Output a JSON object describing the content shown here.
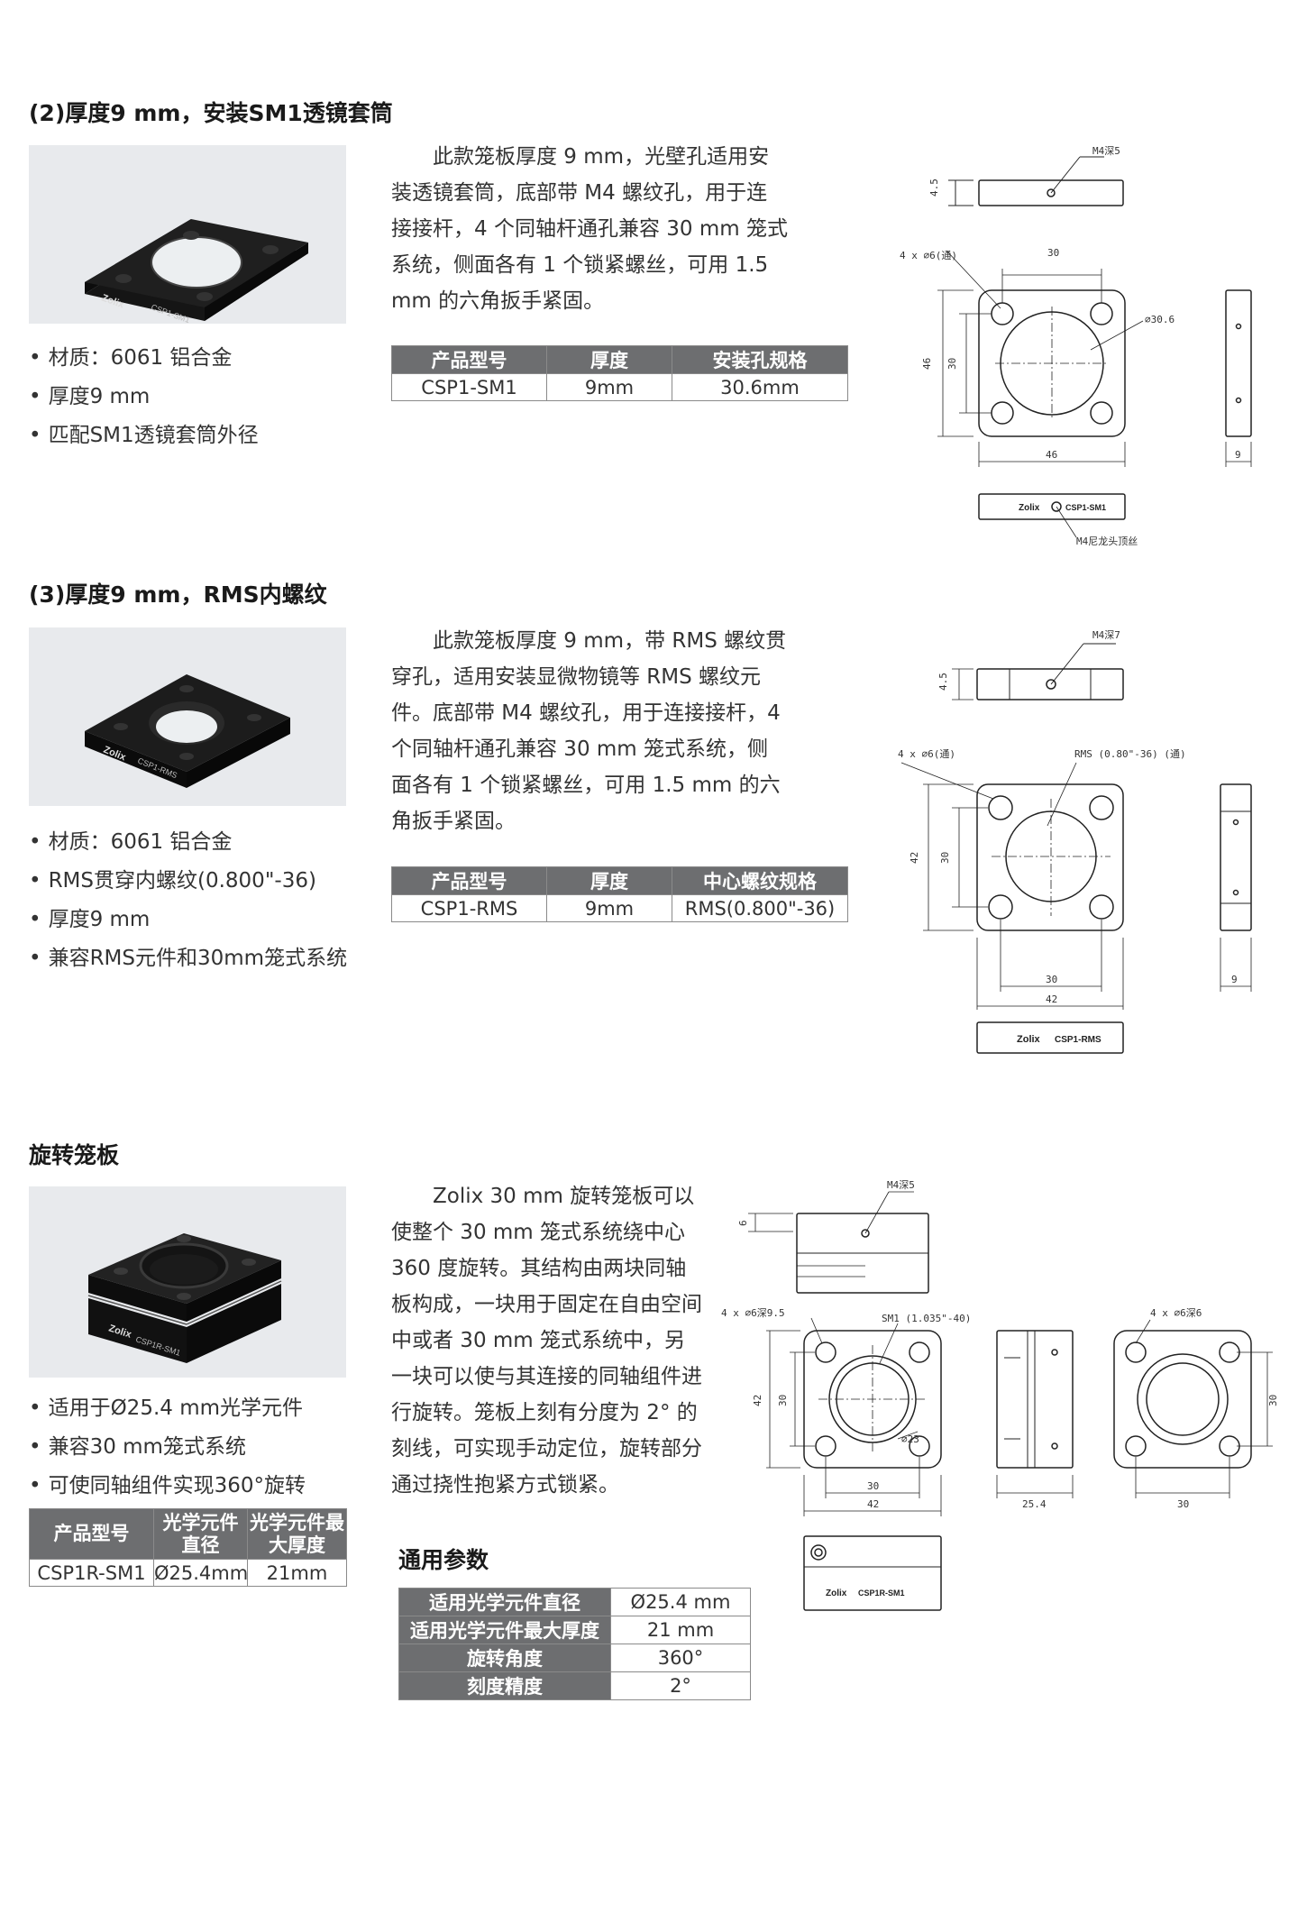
{
  "section1": {
    "title": "(2)厚度9 mm，安装SM1透镜套筒",
    "bullets": [
      "材质：6061 铝合金",
      "厚度9 mm",
      "匹配SM1透镜套筒外径"
    ],
    "description": "此款笼板厚度 9 mm，光壁孔适用安装透镜套筒，底部带 M4 螺纹孔，用于连接接杆，4 个同轴杆通孔兼容 30 mm 笼式系统，侧面各有 1 个锁紧螺丝，可用 1.5 mm 的六角扳手紧固。",
    "table": {
      "headers": [
        "产品型号",
        "厚度",
        "安装孔规格"
      ],
      "rows": [
        [
          "CSP1-SM1",
          "9mm",
          "30.6mm"
        ]
      ]
    },
    "photo_label": "CSP1-SM1",
    "drawing": {
      "top_note": "M4深5",
      "height_dim": "4.5",
      "holes_note": "4 x ∅6(通)",
      "width_inner": "30",
      "bore": "∅30.6",
      "height_outer": "46",
      "height_inner": "30",
      "width_outer": "46",
      "side_thickness": "9",
      "label_plate": "CSP1-SM1",
      "bottom_note": "M4尼龙头顶丝"
    }
  },
  "section2": {
    "title": "(3)厚度9 mm，RMS内螺纹",
    "bullets": [
      "材质：6061 铝合金",
      "RMS贯穿内螺纹(0.800\"-36)",
      "厚度9 mm",
      "兼容RMS元件和30mm笼式系统"
    ],
    "description": "此款笼板厚度 9 mm，带 RMS 螺纹贯穿孔，适用安装显微物镜等 RMS 螺纹元件。底部带 M4 螺纹孔，用于连接接杆，4 个同轴杆通孔兼容 30 mm 笼式系统，侧面各有 1 个锁紧螺丝，可用 1.5 mm 的六角扳手紧固。",
    "table": {
      "headers": [
        "产品型号",
        "厚度",
        "中心螺纹规格"
      ],
      "rows": [
        [
          "CSP1-RMS",
          "9mm",
          "RMS(0.800\"-36)"
        ]
      ]
    },
    "photo_label": "CSP1-RMS",
    "drawing": {
      "top_note": "M4深7",
      "height_dim": "4.5",
      "holes_note": "4 x ∅6(通)",
      "thread_note": "RMS (0.80\"-36) (通)",
      "height_outer": "42",
      "height_inner": "30",
      "width_inner": "30",
      "width_outer": "42",
      "side_thickness": "9",
      "label_plate": "CSP1-RMS"
    }
  },
  "section3": {
    "title": "旋转笼板",
    "bullets": [
      "适用于Ø25.4 mm光学元件",
      "兼容30 mm笼式系统",
      "可使同轴组件实现360°旋转"
    ],
    "description": "Zolix 30 mm 旋转笼板可以使整个 30 mm 笼式系统绕中心 360 度旋转。其结构由两块同轴板构成，一块用于固定在自由空间中或者 30 mm 笼式系统中，另一块可以使与其连接的同轴组件进行旋转。笼板上刻有分度为 2° 的刻线，可实现手动定位，旋转部分通过挠性抱紧方式锁紧。",
    "table": {
      "headers": [
        "产品型号",
        "光学元件直径",
        "光学元件最大厚度"
      ],
      "rows": [
        [
          "CSP1R-SM1",
          "Ø25.4mm",
          "21mm"
        ]
      ]
    },
    "params_title": "通用参数",
    "params": [
      {
        "label": "适用光学元件直径",
        "value": "Ø25.4 mm"
      },
      {
        "label": "适用光学元件最大厚度",
        "value": "21 mm"
      },
      {
        "label": "旋转角度",
        "value": "360°"
      },
      {
        "label": "刻度精度",
        "value": "2°"
      }
    ],
    "photo_label": "CSP1R-SM1",
    "drawing": {
      "top_note": "M4深5",
      "height_dim": "6",
      "holes_note": "4 x ∅6深9.5",
      "thread_note": "SM1 (1.035\"-40)",
      "bore": "∅23",
      "height_outer": "42",
      "height_inner": "30",
      "width_inner": "30",
      "width_outer": "42",
      "side_depth": "25.4",
      "holes_note_b": "4 x ∅6深6",
      "right_height": "30",
      "right_width": "30",
      "label_plate": "CSP1R-SM1"
    }
  },
  "brand": "Zolix"
}
